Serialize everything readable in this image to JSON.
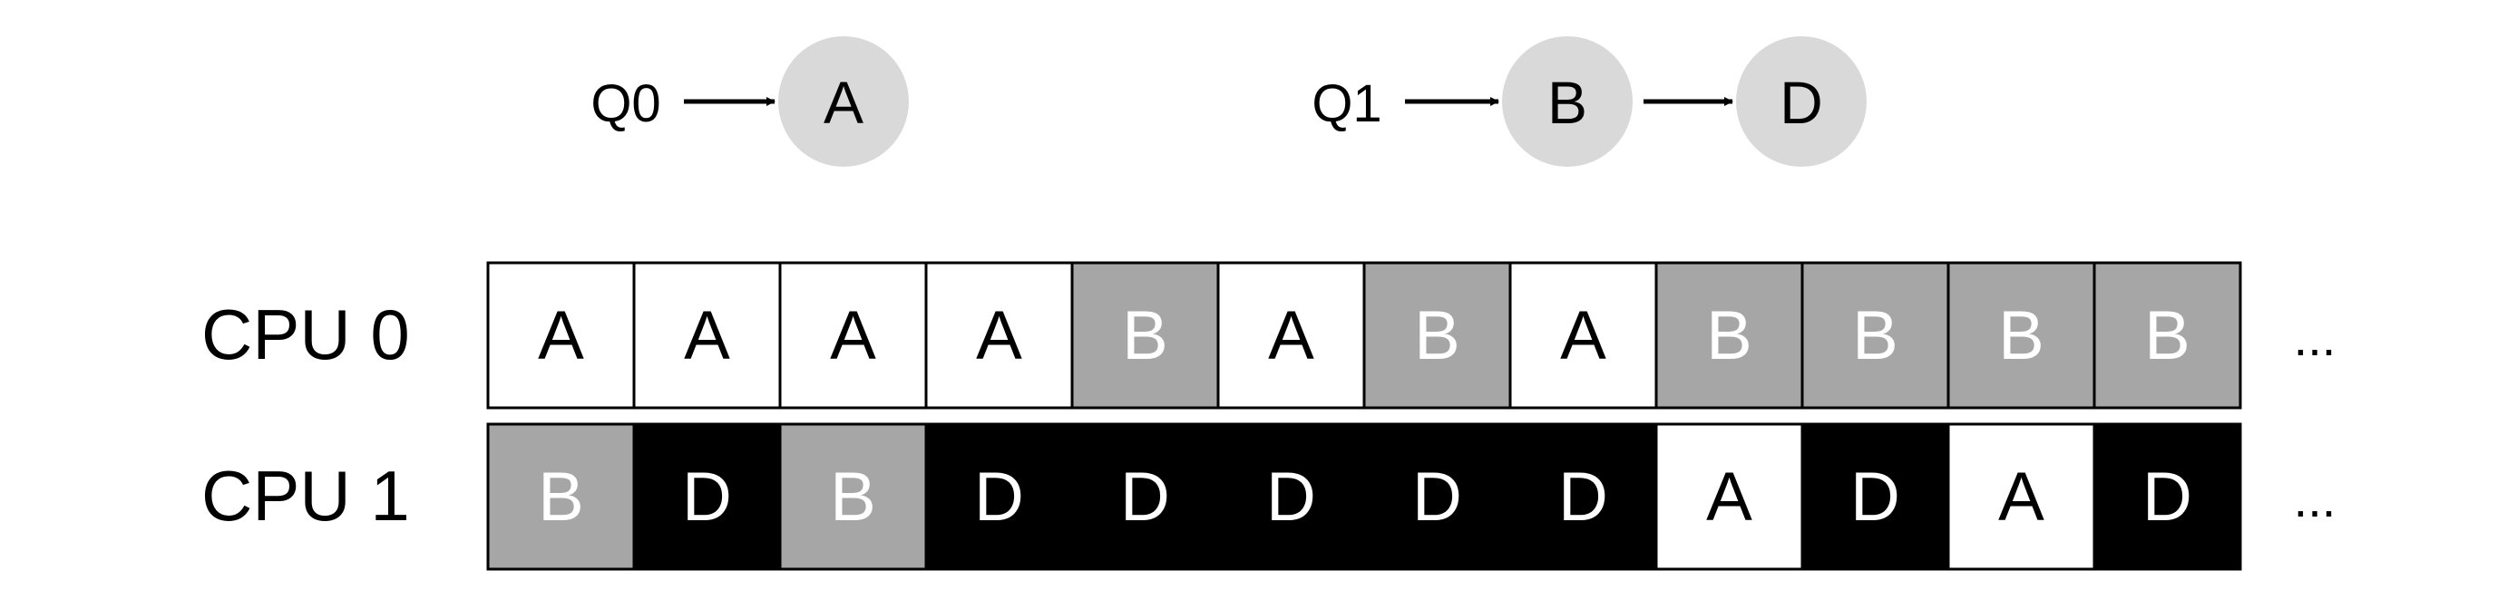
{
  "queues": [
    {
      "label": "Q0",
      "jobs": [
        "A"
      ]
    },
    {
      "label": "Q1",
      "jobs": [
        "B",
        "D"
      ]
    }
  ],
  "cpus": [
    {
      "label": "CPU 0",
      "slots": [
        "A",
        "A",
        "A",
        "A",
        "B",
        "A",
        "B",
        "A",
        "B",
        "B",
        "B",
        "B"
      ]
    },
    {
      "label": "CPU 1",
      "slots": [
        "B",
        "D",
        "B",
        "D",
        "D",
        "D",
        "D",
        "D",
        "A",
        "D",
        "A",
        "D"
      ]
    }
  ],
  "continuation": "...",
  "job_styles": {
    "A": {
      "fill": "#ffffff",
      "text": "#000000"
    },
    "B": {
      "fill": "#a6a6a6",
      "text": "#ffffff"
    },
    "D": {
      "fill": "#000000",
      "text": "#ffffff"
    }
  },
  "colors": {
    "node_fill": "#d9d9d9",
    "stroke": "#000000"
  }
}
